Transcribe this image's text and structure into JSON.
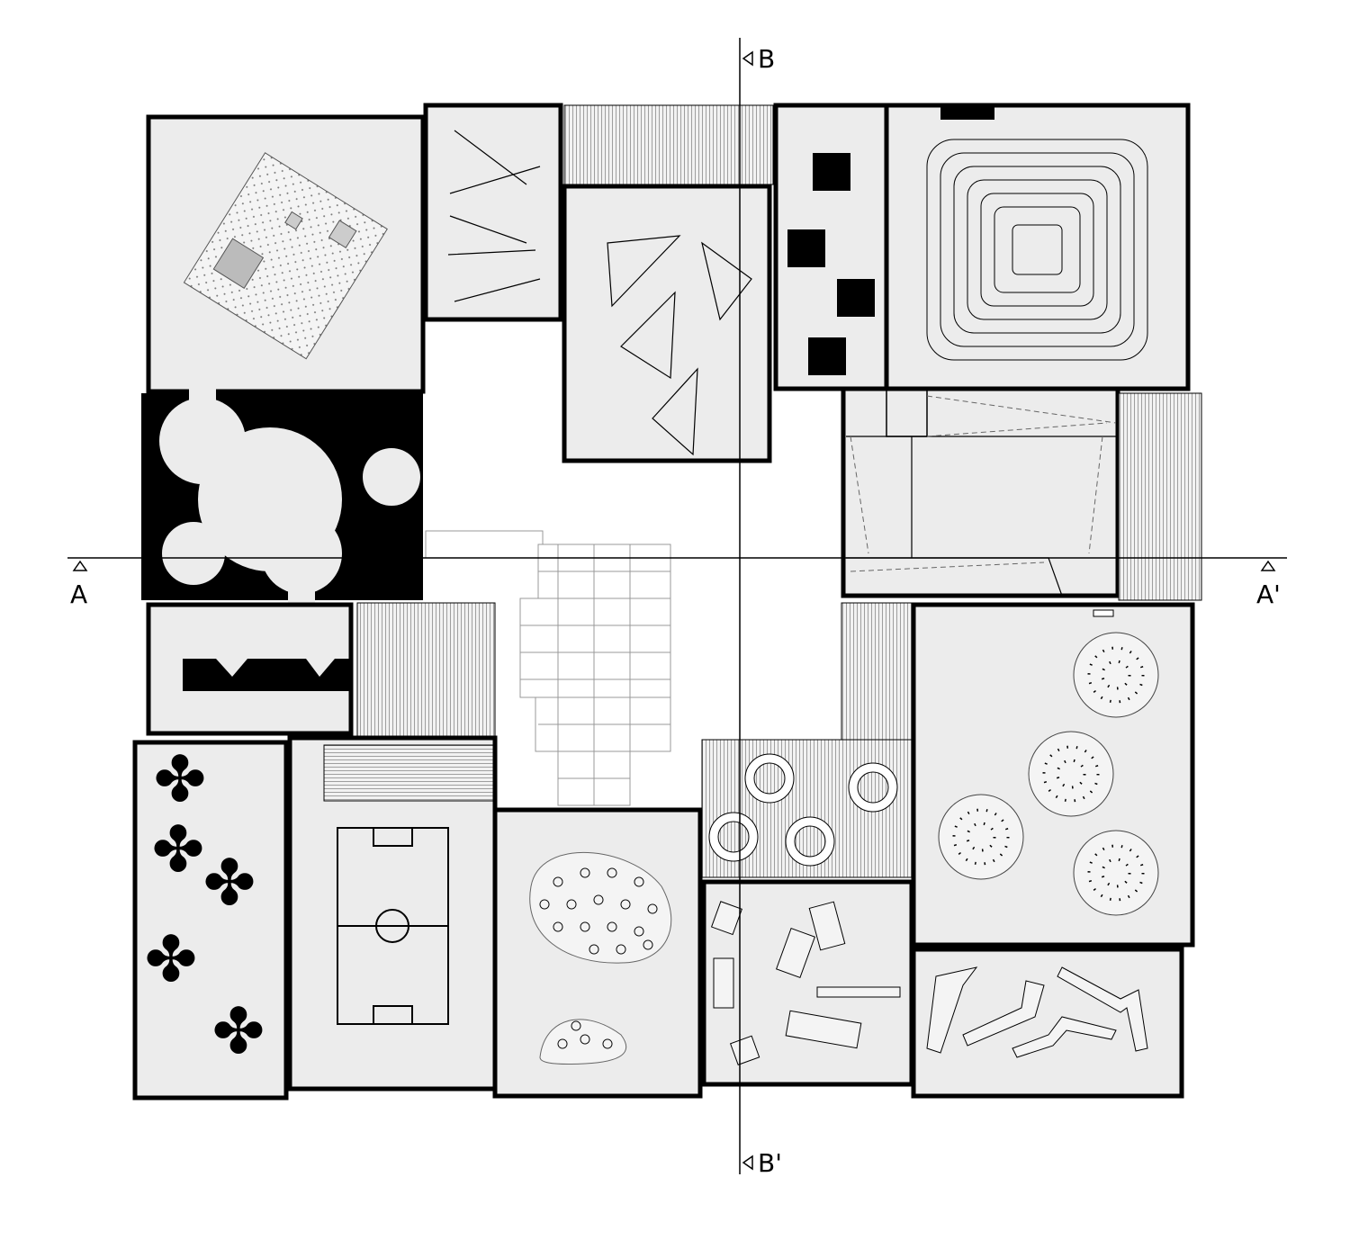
{
  "section_markers": {
    "b_top": "B",
    "b_bottom": "B'",
    "a_left": "A",
    "a_right": "A'"
  },
  "colors": {
    "floor": "#ececec",
    "wall": "#000000",
    "hatch": "#9a9a9a",
    "background": "#ffffff"
  }
}
